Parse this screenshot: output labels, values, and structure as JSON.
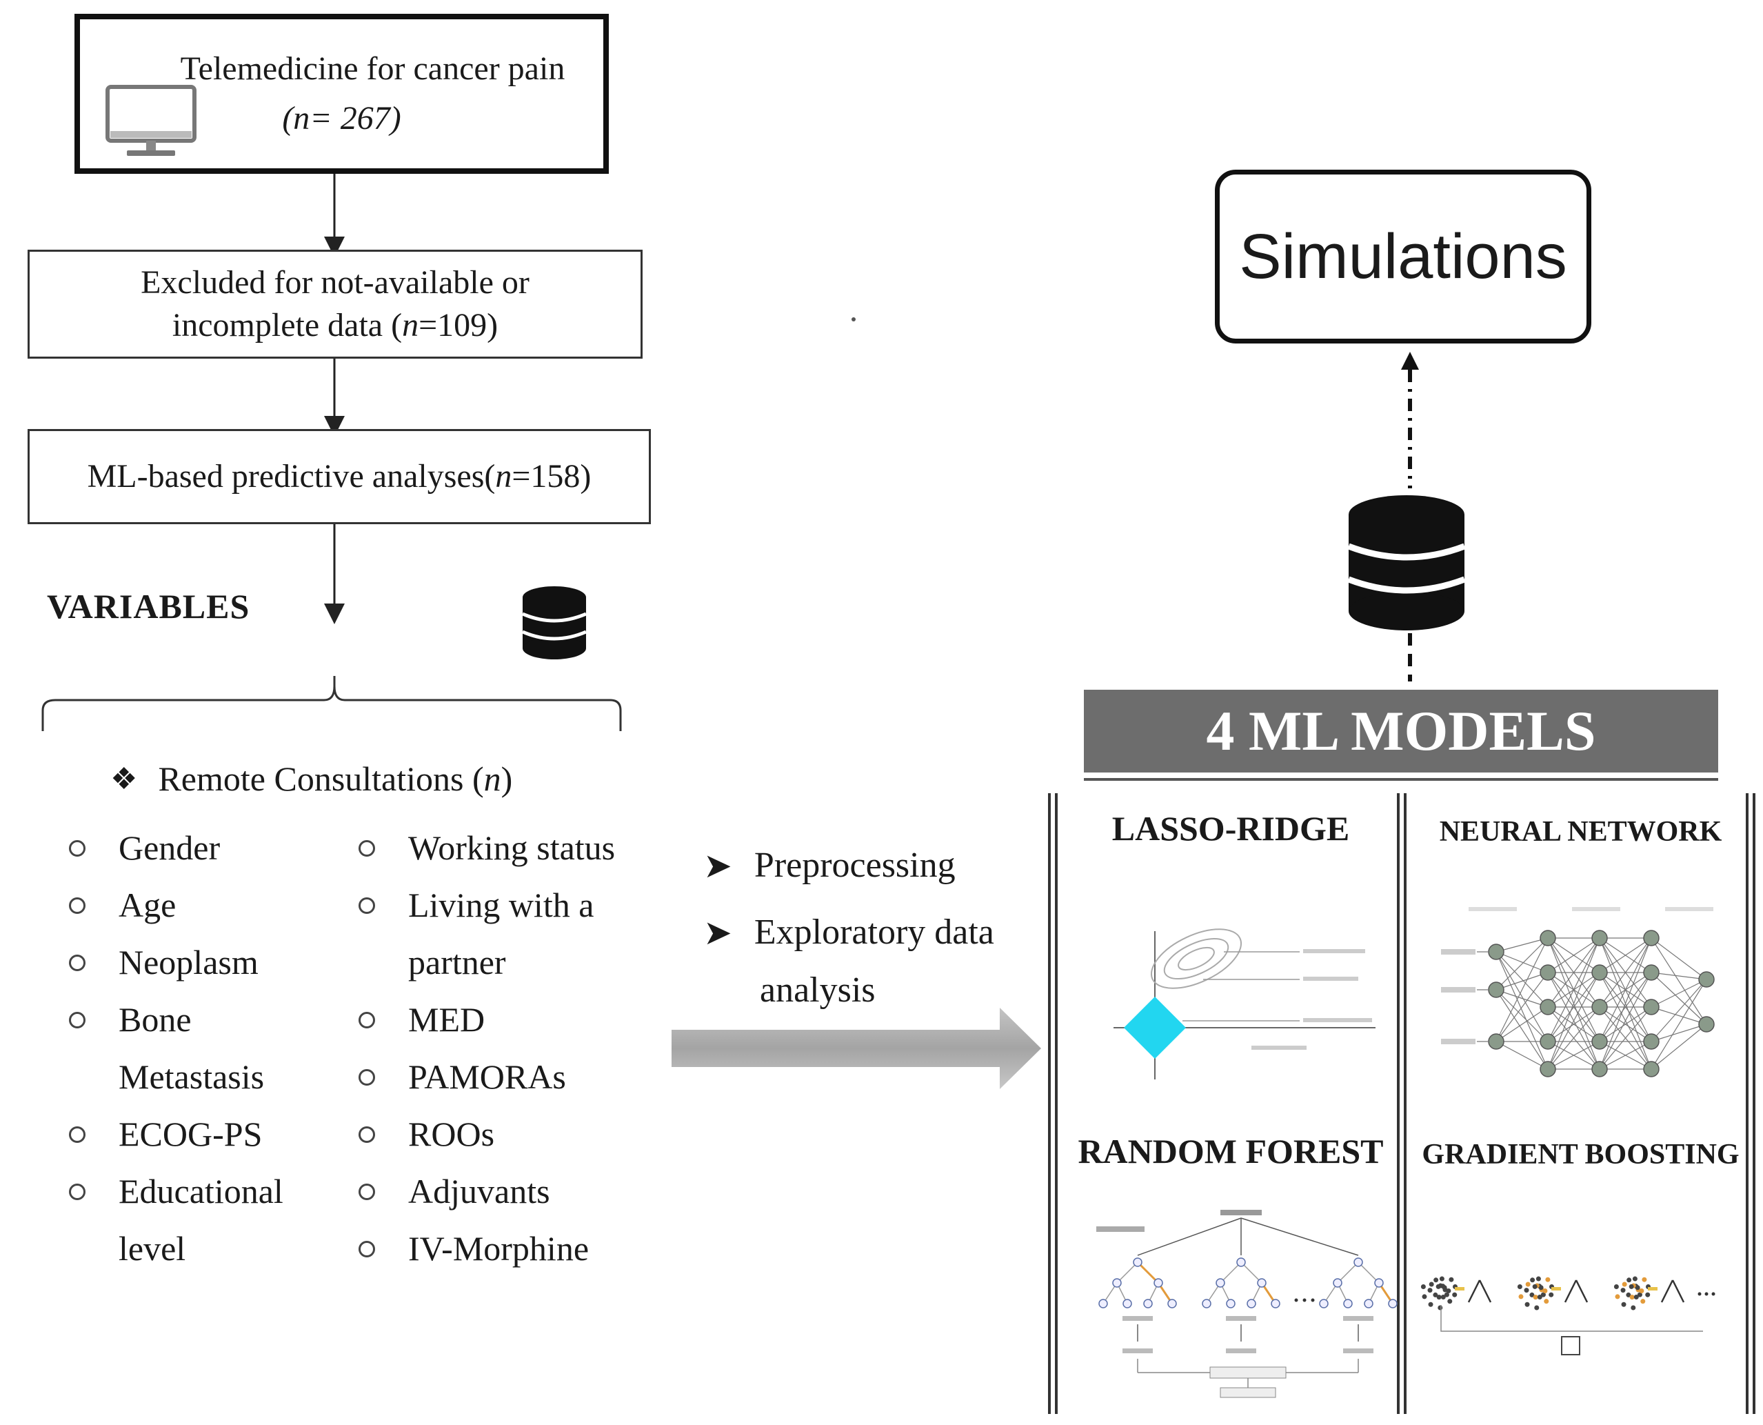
{
  "flow": {
    "top_title": "Telemedicine for cancer pain",
    "top_count": "(n= 267)",
    "excluded_line1": "Excluded for not-available or",
    "excluded_line2": "incomplete data (n=109)",
    "ml_analyses": "ML-based predictive analyses(n=158)"
  },
  "variables": {
    "heading": "VARIABLES",
    "consultations": "Remote Consultations (n)",
    "left_col": [
      [
        "Gender"
      ],
      [
        "Age"
      ],
      [
        "Neoplasm"
      ],
      [
        "Bone",
        "Metastasis"
      ],
      [
        "ECOG-PS"
      ],
      [
        "Educational",
        "level"
      ]
    ],
    "right_col": [
      [
        "Working status"
      ],
      [
        "Living with a",
        "partner"
      ],
      [
        "MED"
      ],
      [
        "PAMORAs"
      ],
      [
        "ROOs"
      ],
      [
        "Adjuvants"
      ],
      [
        "IV-Morphine"
      ]
    ]
  },
  "steps": {
    "preprocessing": "Preprocessing",
    "eda_line1": "Exploratory data",
    "eda_line2": "analysis"
  },
  "models": {
    "header": "4 ML MODELS",
    "lasso": "LASSO-RIDGE",
    "nn": "NEURAL NETWORK",
    "rf": "RANDOM FOREST",
    "gb": "GRADIENT BOOSTING"
  },
  "simulations": "Simulations",
  "colors": {
    "header_gray": "#6d6d6d",
    "arrow_gray": "#a9a9a9",
    "lasso_diamond": "#22d6f0",
    "rf_orange": "#e39b3b"
  }
}
